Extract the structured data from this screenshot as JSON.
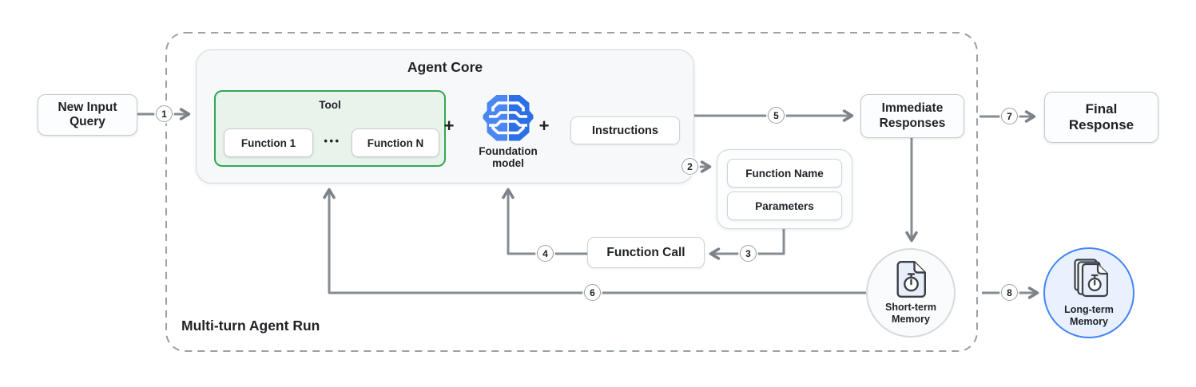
{
  "outer": {
    "label": "Multi-turn Agent Run"
  },
  "steps": [
    "1",
    "2",
    "3",
    "4",
    "5",
    "6",
    "7",
    "8"
  ],
  "nodes": {
    "new_input_query": {
      "label": "New Input Query"
    },
    "agent_core": {
      "title": "Agent Core"
    },
    "tool": {
      "label": "Tool",
      "function_1": "Function 1",
      "ellipsis": "•••",
      "function_n": "Function N"
    },
    "plus": "+",
    "foundation_model": {
      "label": "Foundation model"
    },
    "instructions": {
      "label": "Instructions"
    },
    "function_output": {
      "function_name": "Function Name",
      "parameters": "Parameters"
    },
    "function_call": {
      "label": "Function Call"
    },
    "immediate_responses": {
      "label": "Immediate Responses"
    },
    "final_response": {
      "label": "Final Response"
    },
    "short_term_memory": {
      "label": "Short-term Memory"
    },
    "long_term_memory": {
      "label": "Long-term Memory"
    }
  },
  "colors": {
    "arrow": "#868c93",
    "dashed_border": "#9ba1a7",
    "tool_border": "#34a853",
    "tool_fill": "#e8f3eb",
    "long_term_border": "#4285f4",
    "long_term_fill": "#e9f1fe",
    "brain_left": "#4b87f2",
    "brain_right": "#2d6fe4"
  }
}
